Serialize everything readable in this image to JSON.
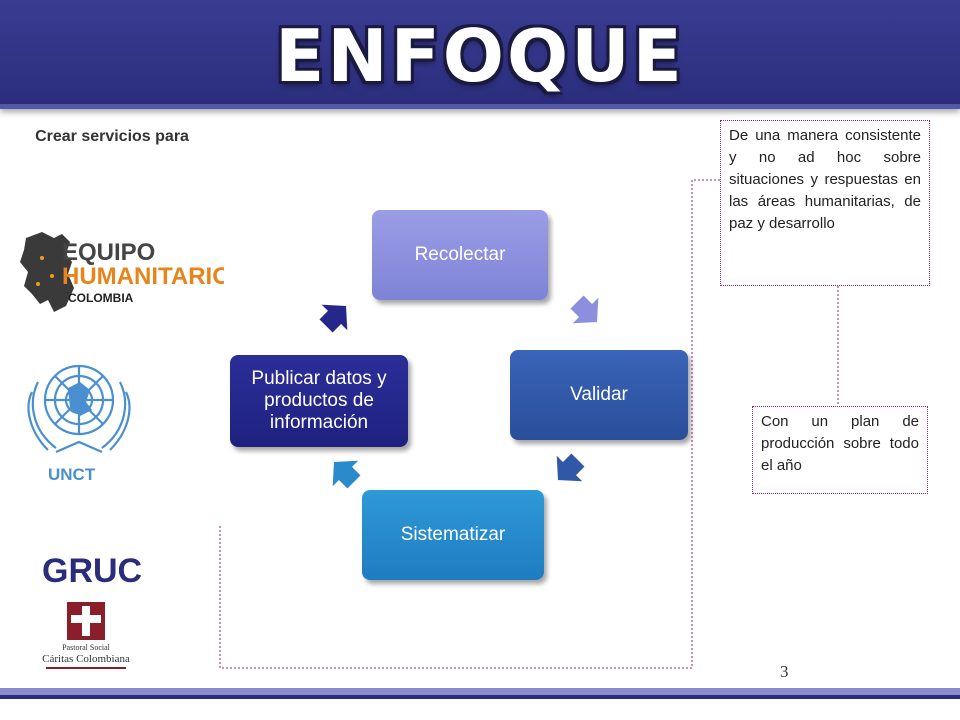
{
  "title": "ENFOQUE",
  "subtitle": "Crear servicios para",
  "logos": {
    "equipo_line1": "EQUIPO",
    "equipo_line2": "HUMANITARIO",
    "equipo_line3": "COLOMBIA",
    "unct": "UNCT",
    "gruc": "GRUC",
    "caritas_line1": "Pastoral Social",
    "caritas_line2": "Cáritas Colombiana"
  },
  "cycle": {
    "steps": [
      "Recolectar",
      "Validar",
      "Sistematizar",
      "Publicar datos y productos de información"
    ]
  },
  "notes": {
    "note1": "De una manera consistente y no ad hoc sobre situaciones y respuestas en las áreas humanitarias, de paz y desarrollo",
    "note2": "Con un plan de producción sobre todo el año"
  },
  "page_number": "3",
  "colors": {
    "header": "#2b2d7c",
    "step_recolectar": "#8c8fdd",
    "step_validar": "#2f59a8",
    "step_sistematizar": "#2a8bcc",
    "step_publicar": "#25278a",
    "note_border": "#a0206e"
  }
}
